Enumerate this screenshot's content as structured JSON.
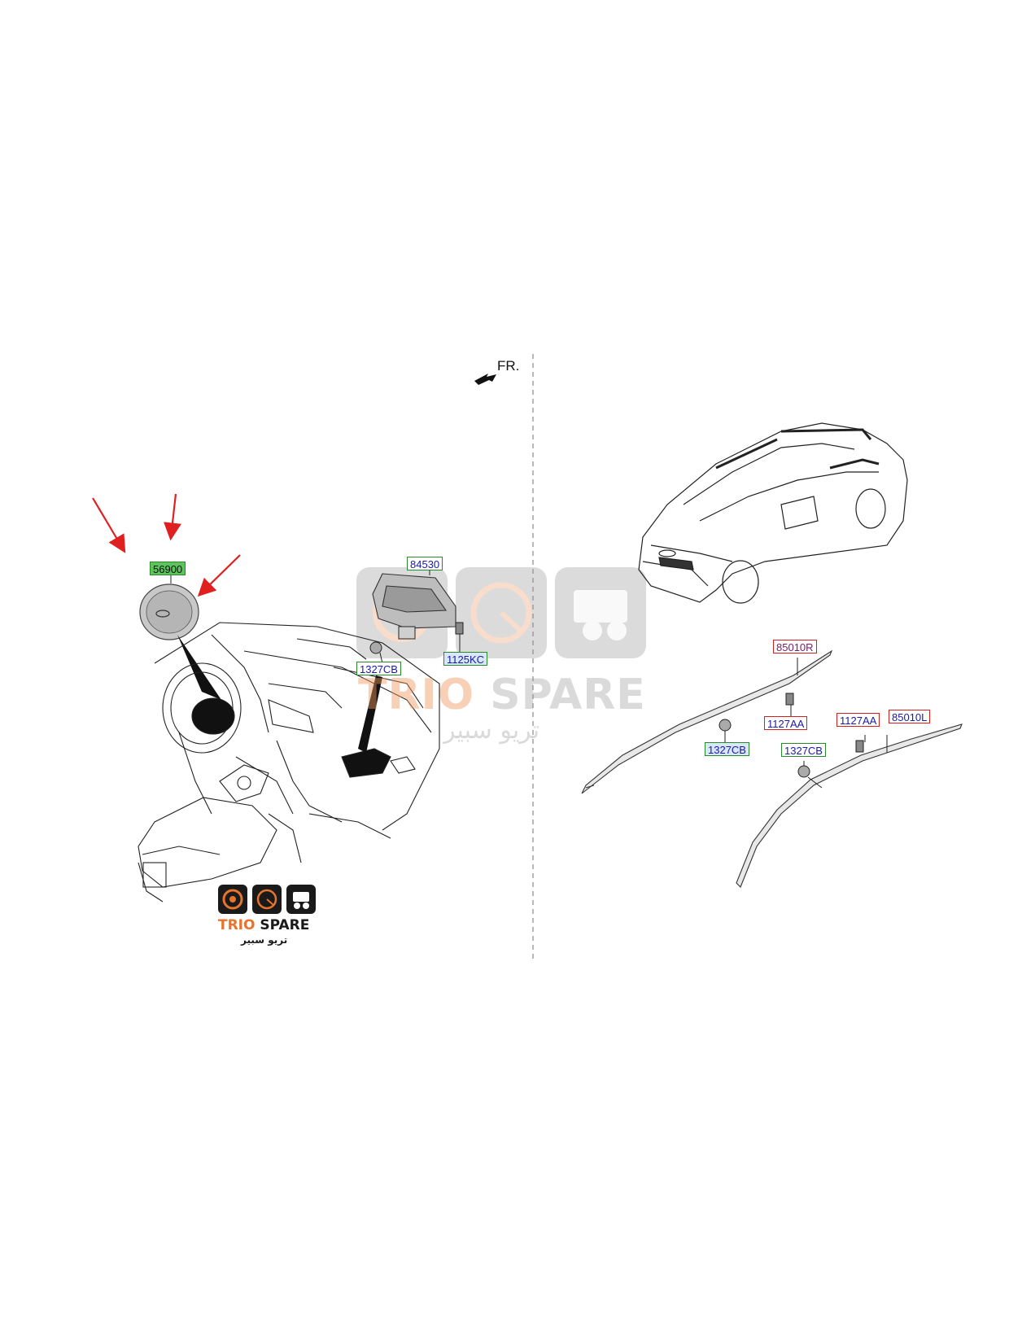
{
  "direction_label": "FR.",
  "watermark": {
    "title_part1": "TRIO",
    "title_part2": " SPARE",
    "arabic": "تريو سبير"
  },
  "brand_logo": {
    "title_part1": "TRIO",
    "title_part2": " SPARE",
    "arabic": "تريو سبير"
  },
  "callouts": [
    {
      "id": "driver-airbag",
      "text": "56900"
    },
    {
      "id": "passenger-airbag",
      "text": "84530"
    },
    {
      "id": "passenger-nut",
      "text": "1327CB"
    },
    {
      "id": "passenger-bolt",
      "text": "1125KC"
    },
    {
      "id": "curtain-right",
      "text": "85010R"
    },
    {
      "id": "curtain-right-bolt",
      "text": "1127AA"
    },
    {
      "id": "curtain-right-nut",
      "text": "1327CB"
    },
    {
      "id": "curtain-left-bolt",
      "text": "1127AA"
    },
    {
      "id": "curtain-left",
      "text": "85010L"
    },
    {
      "id": "curtain-left-nut",
      "text": "1327CB"
    }
  ],
  "colors": {
    "callout_text": "#1a1aa8",
    "green_border": "#2a8a2a",
    "red_border": "#d42020",
    "highlight_arrow": "#e02020",
    "brand_accent": "#e8732a",
    "line_art": "#222222"
  }
}
